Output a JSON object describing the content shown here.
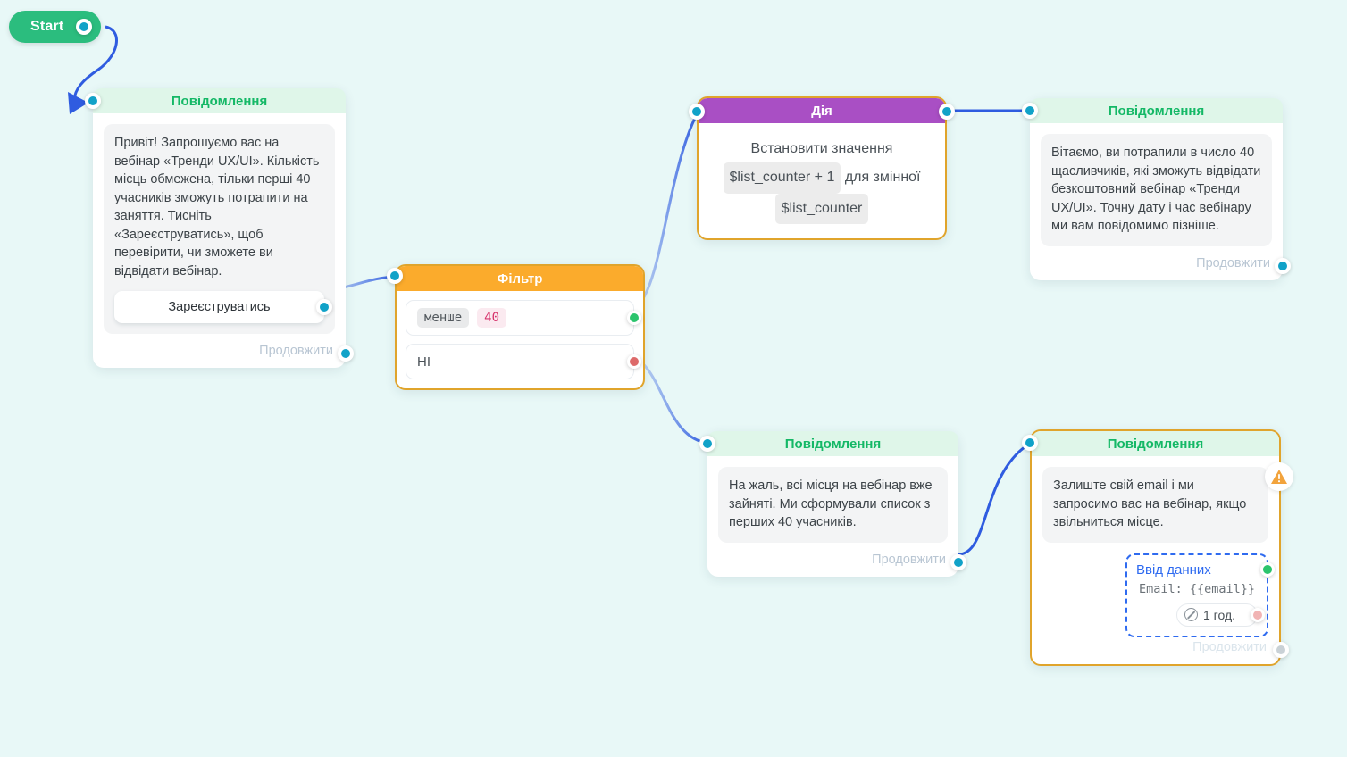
{
  "canvas": {
    "background": "#e8f8f7"
  },
  "start": {
    "label": "Start"
  },
  "nodes": {
    "welcome_message": {
      "header": "Повідомлення",
      "text": "Привіт! Запрошуємо вас на вебінар «Тренди UX/UI». Кількість місць обмежена, тільки перші 40 учасників зможуть потрапити на заняття. Тисніть «Зареєструватись», щоб перевірити, чи зможете ви відвідати вебінар.",
      "button": "Зареєструватись",
      "continue": "Продовжити"
    },
    "filter": {
      "header": "Фільтр",
      "rows": [
        {
          "operator": "менше",
          "value": "40",
          "status": "green"
        },
        {
          "label": "НІ",
          "status": "red"
        }
      ]
    },
    "action": {
      "header": "Дія",
      "line1": "Встановити значення",
      "expression": "$list_counter + 1",
      "line2": "для змінної",
      "variable": "$list_counter"
    },
    "success_message": {
      "header": "Повідомлення",
      "text": "Вітаємо, ви потрапили в число 40 щасливчиків, які зможуть відвідати безкоштовний вебінар «Тренди UX/UI». Точну дату і час вебінару ми вам повідомимо пізніше.",
      "continue": "Продовжити"
    },
    "full_message": {
      "header": "Повідомлення",
      "text": "На жаль, всі місця на вебінар вже зайняті. Ми сформували список з перших 40 учасників.",
      "continue": "Продовжити"
    },
    "email_message": {
      "header": "Повідомлення",
      "text": "Залиште свій email і ми запросимо вас на вебінар, якщо звільниться місце.",
      "data_input": {
        "title": "Ввід данних",
        "field": "Email: {{email}}",
        "timeout": "1 год."
      },
      "continue": "Продовжити",
      "warning_icon": "warning-triangle-icon"
    }
  },
  "colors": {
    "accent_port": "#11a2c8",
    "start_green": "#2bbd7e",
    "msg_header_bg": "#dff6e9",
    "msg_header_text": "#14b866",
    "action_header": "#a94fc4",
    "filter_header": "#fbab2c",
    "node_border": "#e0a42b",
    "wire": "#2f5ce0",
    "status_green": "#2bc46c",
    "status_red": "#dd6a6a",
    "value_tag": "#d6336c"
  }
}
